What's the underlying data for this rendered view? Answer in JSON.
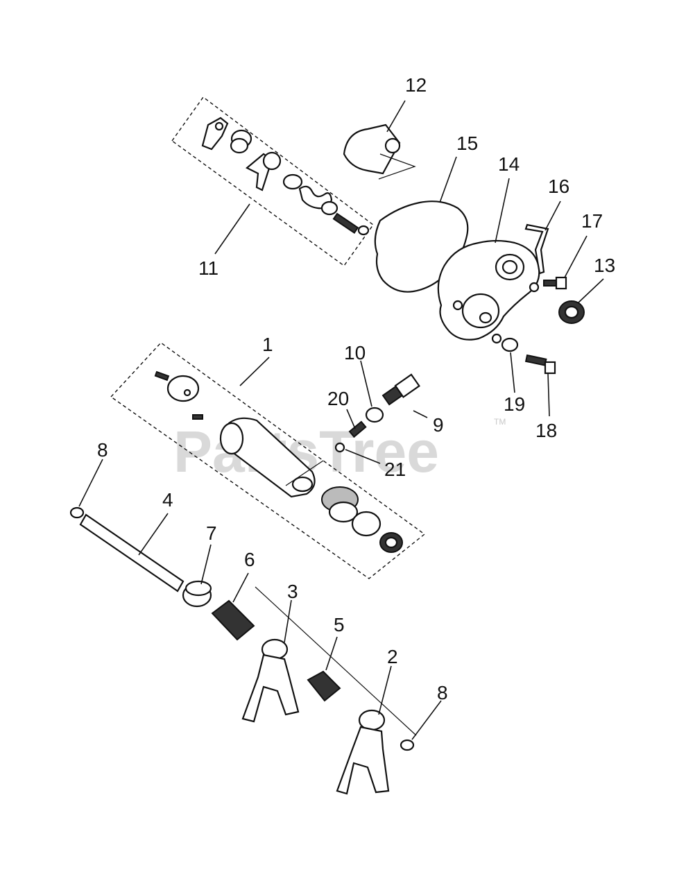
{
  "watermark": {
    "text": "PartsTree",
    "tm": "TM"
  },
  "callouts": {
    "c1": "1",
    "c2": "2",
    "c3": "3",
    "c4": "4",
    "c5": "5",
    "c6": "6",
    "c7": "7",
    "c8a": "8",
    "c8b": "8",
    "c9": "9",
    "c10": "10",
    "c11": "11",
    "c12": "12",
    "c13": "13",
    "c14": "14",
    "c15": "15",
    "c16": "16",
    "c17": "17",
    "c18": "18",
    "c19": "19",
    "c20": "20",
    "c21": "21"
  }
}
